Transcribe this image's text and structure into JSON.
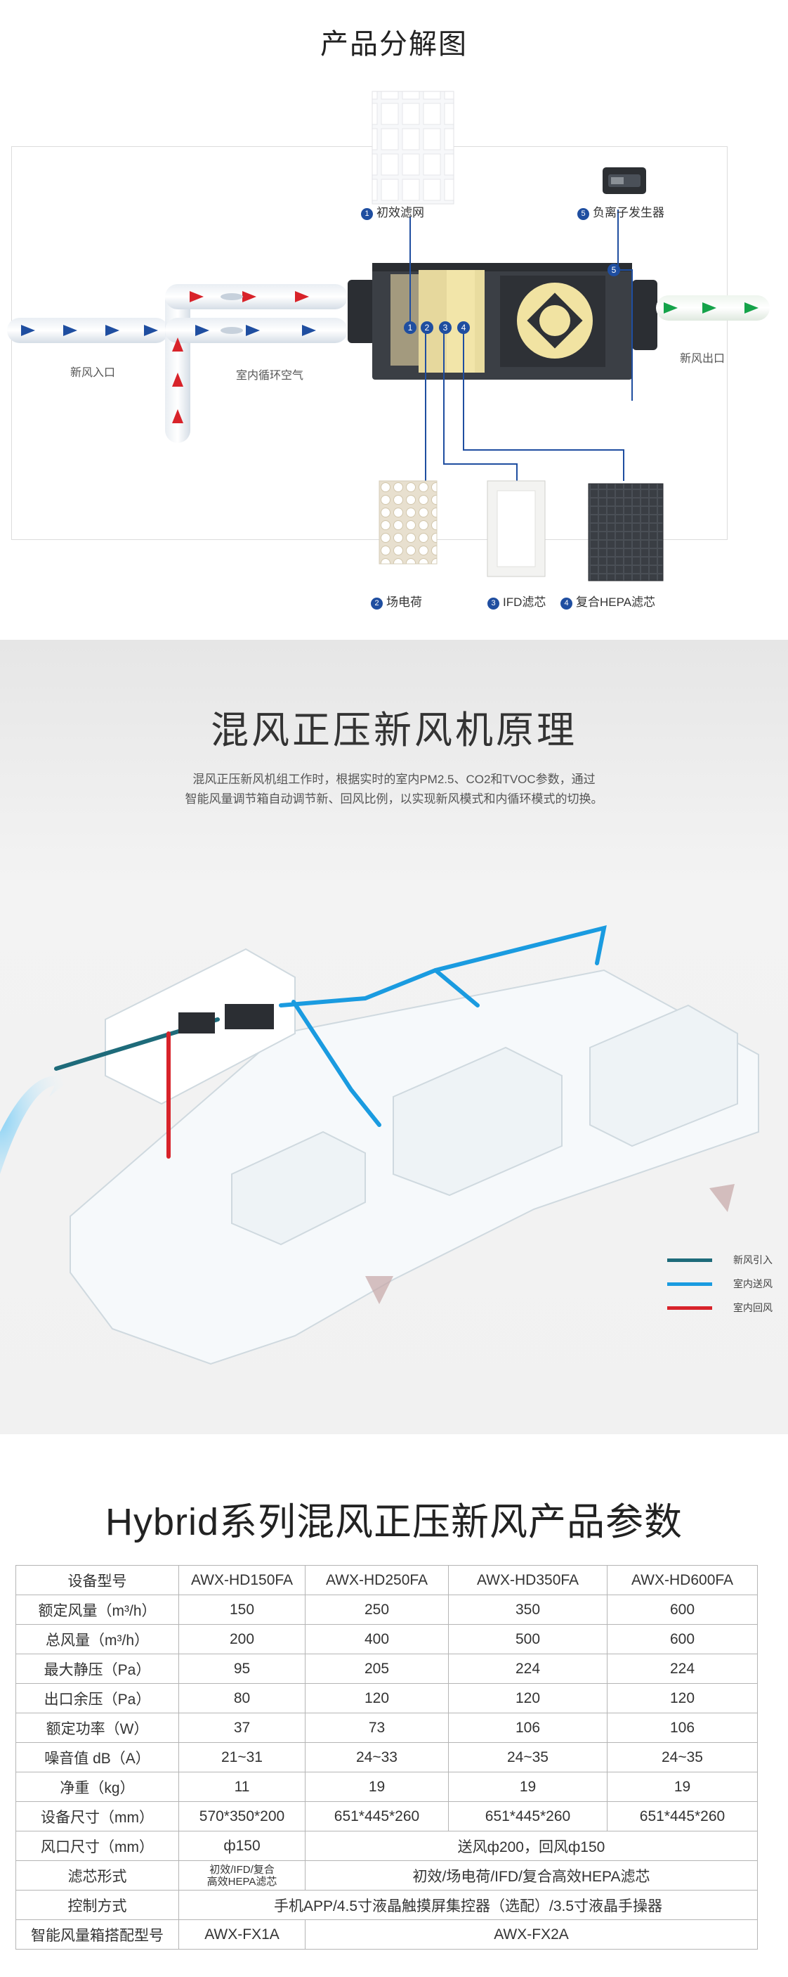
{
  "exploded": {
    "title": "产品分解图",
    "parts": [
      {
        "num": "1",
        "label": "初效滤网"
      },
      {
        "num": "5",
        "label": "负离子发生器"
      },
      {
        "num": "2",
        "label": "场电荷"
      },
      {
        "num": "3",
        "label": "IFD滤芯"
      },
      {
        "num": "4",
        "label": "复合HEPA滤芯"
      }
    ],
    "inlet_label": "新风入口",
    "recirc_label": "室内循环空气",
    "outlet_label": "新风出口",
    "unit_markers": [
      "1",
      "2",
      "3",
      "4",
      "5"
    ]
  },
  "principle": {
    "title": "混风正压新风机原理",
    "desc_line1": "混风正压新风机组工作时，根据实时的室内PM2.5、CO2和TVOC参数，通过",
    "desc_line2": "智能风量调节箱自动调节新、回风比例，以实现新风模式和内循环模式的切换。",
    "legend": [
      {
        "label": "新风引入",
        "color": "#1e6b7a"
      },
      {
        "label": "室内送风",
        "color": "#1a9be0"
      },
      {
        "label": "室内回风",
        "color": "#d8232a"
      }
    ]
  },
  "specs": {
    "title": "Hybrid系列混风正压新风产品参数",
    "header": {
      "label": "设备型号",
      "models": [
        "AWX-HD150FA",
        "AWX-HD250FA",
        "AWX-HD350FA",
        "AWX-HD600FA"
      ]
    },
    "rows": [
      {
        "label": "额定风量（m³/h）",
        "values": [
          "150",
          "250",
          "350",
          "600"
        ]
      },
      {
        "label": "总风量（m³/h）",
        "values": [
          "200",
          "400",
          "500",
          "600"
        ]
      },
      {
        "label": "最大静压（Pa）",
        "values": [
          "95",
          "205",
          "224",
          "224"
        ]
      },
      {
        "label": "出口余压（Pa）",
        "values": [
          "80",
          "120",
          "120",
          "120"
        ]
      },
      {
        "label": "额定功率（W）",
        "values": [
          "37",
          "73",
          "106",
          "106"
        ]
      },
      {
        "label": "噪音值 dB（A）",
        "values": [
          "21~31",
          "24~33",
          "24~35",
          "24~35"
        ]
      },
      {
        "label": "净重（kg）",
        "values": [
          "11",
          "19",
          "19",
          "19"
        ]
      },
      {
        "label": "设备尺寸（mm）",
        "values": [
          "570*350*200",
          "651*445*260",
          "651*445*260",
          "651*445*260"
        ]
      }
    ],
    "duct": {
      "label": "风口尺寸（mm）",
      "first": "ф150",
      "rest": "送风ф200，回风ф150"
    },
    "filter": {
      "label": "滤芯形式",
      "first_line1": "初效/IFD/复合",
      "first_line2": "高效HEPA滤芯",
      "rest": "初效/场电荷/IFD/复合高效HEPA滤芯"
    },
    "control": {
      "label": "控制方式",
      "value": "手机APP/4.5寸液晶触摸屏集控器（选配）/3.5寸液晶手操器"
    },
    "box": {
      "label": "智能风量箱搭配型号",
      "first": "AWX-FX1A",
      "rest": "AWX-FX2A"
    }
  }
}
